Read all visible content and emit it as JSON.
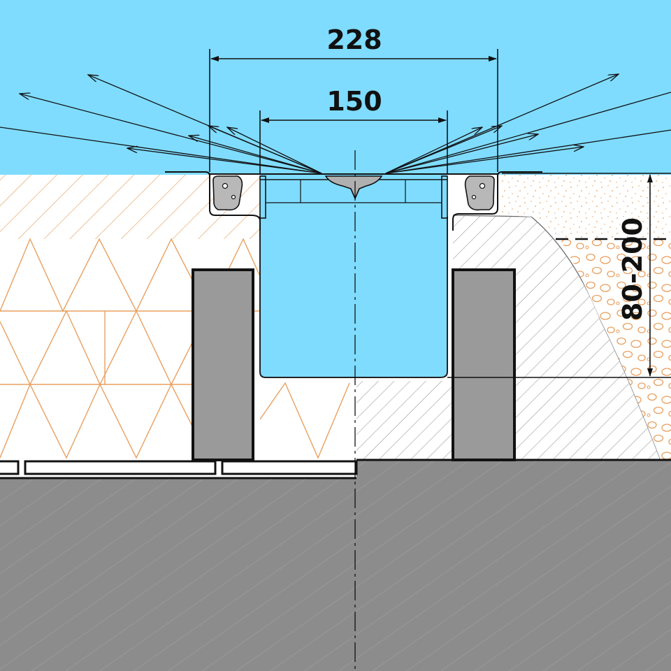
{
  "dimensions": {
    "outer_width": "228",
    "inner_width": "150",
    "depth_range": "80-200"
  },
  "colors": {
    "sky": "#7fdcff",
    "concrete": "#8f8f8f",
    "concrete_dark": "#7a7a7a",
    "post": "#9a9a9a",
    "hatch_orange": "#e8a060",
    "hatch_gray": "#9c9c9c",
    "gravel": "#e8a060",
    "line": "#111111"
  }
}
